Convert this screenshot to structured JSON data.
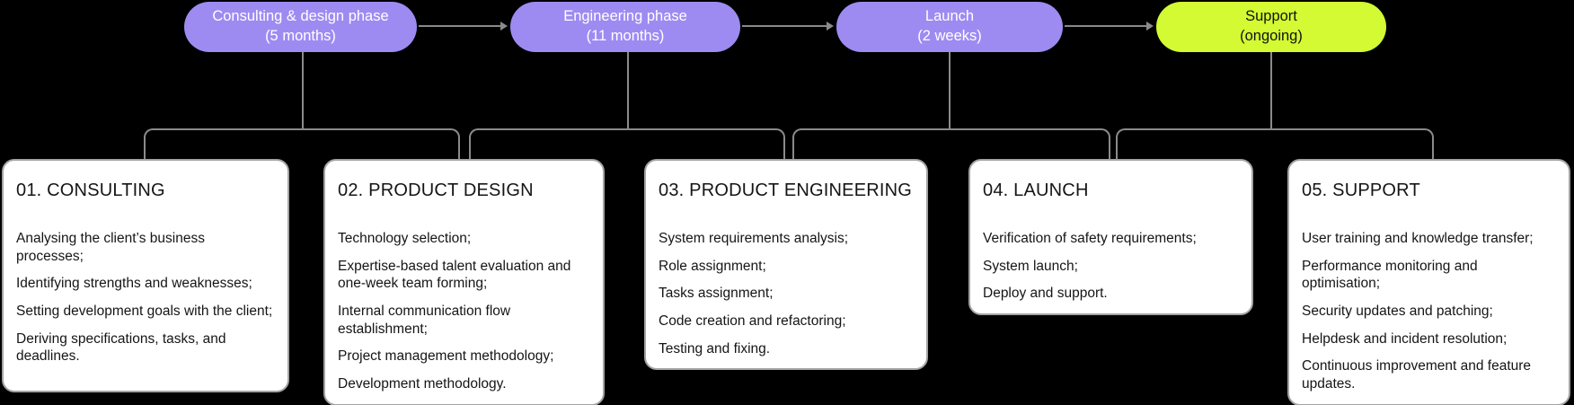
{
  "colors": {
    "background": "#000000",
    "phase_purple": "#9d8bf2",
    "phase_lime": "#d3fa32",
    "connector_gray": "#8a8a8a",
    "card_background": "#ffffff",
    "card_border": "#a3a3a3",
    "text_dark": "#151515",
    "text_light": "#ffffff"
  },
  "phases": [
    {
      "label": "Consulting & design phase",
      "duration": "(5 months)"
    },
    {
      "label": "Engineering phase",
      "duration": "(11 months)"
    },
    {
      "label": "Launch",
      "duration": "(2 weeks)"
    },
    {
      "label": "Support",
      "duration": "(ongoing)"
    }
  ],
  "cards": [
    {
      "title": "01. CONSULTING",
      "items": [
        "Analysing the client’s business processes;",
        "Identifying strengths and weaknesses;",
        "Setting development goals with the client;",
        "Deriving specifications, tasks, and deadlines."
      ]
    },
    {
      "title": "02. PRODUCT DESIGN",
      "items": [
        "Technology selection;",
        "Expertise-based talent evaluation and one-week team forming;",
        "Internal communication flow establishment;",
        "Project management methodology;",
        "Development methodology."
      ]
    },
    {
      "title": "03. PRODUCT ENGINEERING",
      "items": [
        "System requirements analysis;",
        "Role assignment;",
        "Tasks assignment;",
        "Code creation and refactoring;",
        "Testing and fixing."
      ]
    },
    {
      "title": "04. LAUNCH",
      "items": [
        "Verification of safety requirements;",
        "System launch;",
        "Deploy and support."
      ]
    },
    {
      "title": "05. SUPPORT",
      "items": [
        "User training and knowledge transfer;",
        "Performance monitoring and optimisation;",
        "Security updates and patching;",
        "Helpdesk and incident resolution;",
        "Continuous improvement and feature updates."
      ]
    }
  ]
}
